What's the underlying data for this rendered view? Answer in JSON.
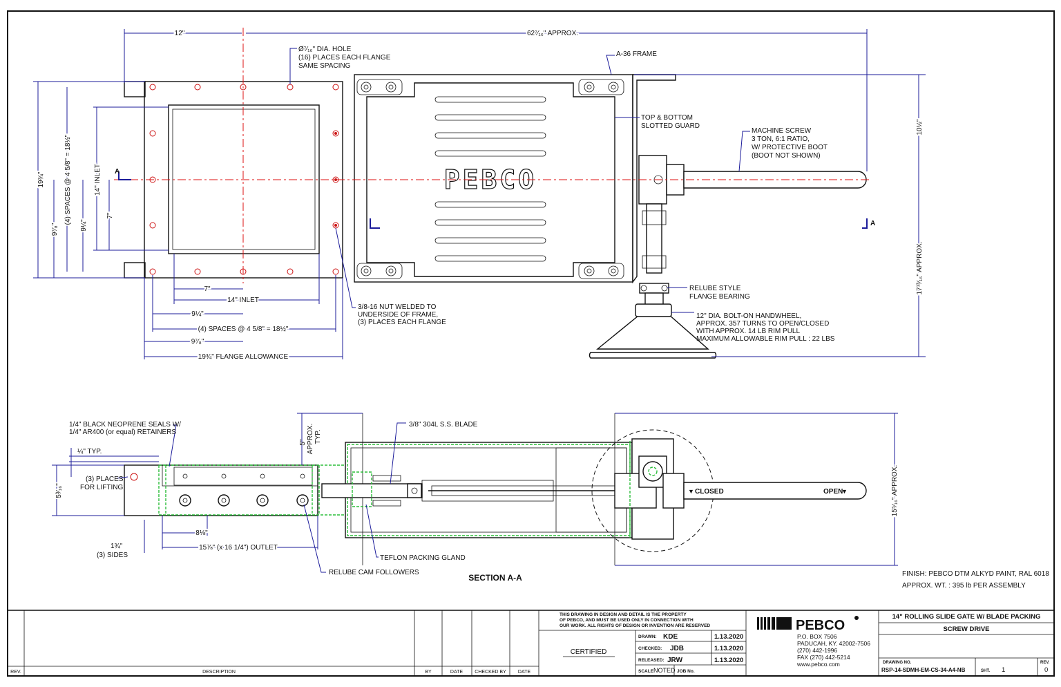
{
  "top_view": {
    "dims": {
      "d12": "12\"",
      "overall_length": "62⁷⁄₁₆\" APPROX.",
      "d19_3_4": "19¾\"",
      "spaces_vert": "(4) SPACES @ 4 5/8\" = 18½\"",
      "d9_7_8": "9⁷⁄₈\"",
      "inlet_vert": "14\" INLET",
      "d9_1_4": "9¼\"",
      "d7_vert": "7\"",
      "d7": "7\"",
      "inlet_horiz": "14\" INLET",
      "d9_1_4_h": "9¼\"",
      "spaces_horiz": "(4) SPACES @ 4 5/8\" = 18½\"",
      "d9_7_8_h": "9⁷⁄₈\"",
      "flange_allowance": "19¾\" FLANGE ALLOWANCE",
      "d10_1_2": "10½\"",
      "d17_approx": "17¹³⁄₁₆\" APPROX."
    },
    "section_mark": "A",
    "notes": {
      "hole_l1": "Ø⁷⁄₁₆\" DIA. HOLE",
      "hole_l2": "(16) PLACES EACH FLANGE",
      "hole_l3": "SAME SPACING",
      "frame": "A-36 FRAME",
      "guard_l1": "TOP & BOTTOM",
      "guard_l2": "SLOTTED GUARD",
      "screw_l1": "MACHINE SCREW",
      "screw_l2": "3 TON, 6:1 RATIO,",
      "screw_l3": "W/ PROTECTIVE BOOT",
      "screw_l4": "(BOOT NOT SHOWN)",
      "bearing_l1": "RELUBE STYLE",
      "bearing_l2": "FLANGE BEARING",
      "wheel_l1": "12\" DIA. BOLT-ON HANDWHEEL,",
      "wheel_l2": "APPROX. 357 TURNS TO OPEN/CLOSED",
      "wheel_l3": "WITH APPROX. 14 LB RIM PULL",
      "wheel_l4": "MAXIMUM ALLOWABLE RIM PULL : 22 LBS",
      "nut_l1": "3/8-16 NUT WELDED TO",
      "nut_l2": "UNDERSIDE OF FRAME,",
      "nut_l3": "(3) PLACES EACH FLANGE"
    },
    "brand": "PEBCO"
  },
  "section_view": {
    "title": "SECTION A-A",
    "notes": {
      "seals_l1": "1/4\" BLACK NEOPRENE SEALS W/",
      "seals_l2": "1/4\" AR400 (or equal) RETAINERS",
      "blade": "3/8\" 304L S.S. BLADE",
      "typ": "¼\" TYP.",
      "lift_l1": "(3) PLACES",
      "lift_l2": "FOR LIFTING",
      "sides_l1": "1¾\"",
      "sides_l2": "(3) SIDES",
      "teflon": "TEFLON PACKING GLAND",
      "cam": "RELUBE CAM FOLLOWERS",
      "approx5_l1": "5\"",
      "approx5_l2": "APPROX.",
      "approx5_l3": "TYP.",
      "closed": "CLOSED",
      "open": "OPEN"
    },
    "dims": {
      "d5_3_16": "5³⁄₁₆\"",
      "d8_1_8": "8⅛\"",
      "outlet": "15⅞\" (x 16 1/4\") OUTLET",
      "d15_5_16": "15⁵⁄₁₆\" APPROX."
    }
  },
  "finish": {
    "line1": "FINISH:  PEBCO DTM ALKYD PAINT, RAL 6018",
    "line2": "APPROX. WT. :  395 lb   PER ASSEMBLY"
  },
  "title_block": {
    "rev_headers": {
      "rev": "REV.",
      "description": "DESCRIPTION",
      "by": "BY",
      "date": "DATE",
      "checked_by": "CHECKED BY",
      "date2": "DATE"
    },
    "property_l1": "THIS DRAWING IN DESIGN AND DETAIL IS THE PROPERTY",
    "property_l2": "OF PEBCO, AND MUST BE USED ONLY IN CONNECTION WITH",
    "property_l3": "OUR WORK. ALL RIGHTS OF DESIGN OR INVENTION ARE RESERVED",
    "certified": "CERTIFIED",
    "drawn_label": "DRAWN:",
    "drawn_by": "KDE",
    "drawn_date": "1.13.2020",
    "checked_label": "CHECKED:",
    "checked_by": "JDB",
    "checked_date": "1.13.2020",
    "released_label": "RELEASED:",
    "released_by": "JRW",
    "released_date": "1.13.2020",
    "scale_label": "SCALE",
    "scale": "NOTED",
    "job_label": "JOB No.",
    "company": "PEBCO",
    "addr1": "P.O. BOX 7506",
    "addr2": "PADUCAH, KY. 42002-7506",
    "phone": "(270) 442-1996",
    "fax": "FAX (270) 442-5214",
    "web": "www.pebco.com",
    "title1": "14\" ROLLING SLIDE GATE W/ BLADE PACKING",
    "title2": "SCREW DRIVE",
    "drawing_no_label": "DRAWING NO.",
    "drawing_no": "RSP-14-SDMH-EM-CS-34-A4-NB",
    "sheet_label": "SHT.",
    "sheet": "1",
    "rev_label": "REV.",
    "rev": "0"
  }
}
